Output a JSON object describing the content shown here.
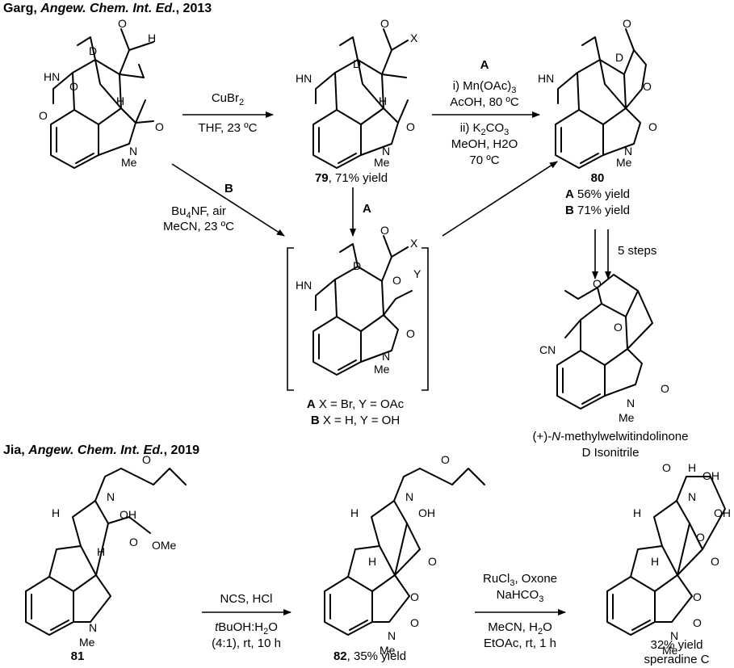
{
  "header_garg": {
    "author": "Garg, ",
    "journal": "Angew. Chem. Int. Ed.",
    "year": ", 2013"
  },
  "header_jia": {
    "author": "Jia, ",
    "journal": "Angew. Chem. Int. Ed.",
    "year": ", 2019"
  },
  "arrow1": {
    "reagent": "CuBr2",
    "conditions": "THF, 23 ºC"
  },
  "arrow_b": {
    "label": "B",
    "reagent": "Bu4NF, air",
    "conditions": "MeCN, 23 ºC"
  },
  "arrow_a_down": {
    "label": "A"
  },
  "arrow2": {
    "label": "A",
    "step1": "i) Mn(OAc)3",
    "step1b": "AcOH, 80 ºC",
    "step2": "ii) K2CO3",
    "step2b": "MeOH, H2O",
    "step2c": "70 ºC"
  },
  "compound79": {
    "number": "79",
    "yield": ", 71% yield"
  },
  "compound80": {
    "number": "80",
    "yield_a": "56% yield",
    "yield_b": "71% yield",
    "label_a": "A",
    "label_b": "B"
  },
  "five_steps": "5 steps",
  "intermediate": {
    "line_a": " X = Br, Y = OAc",
    "line_b": " X = H,  Y = OH",
    "label_a": "A",
    "label_b": "B"
  },
  "product_name": {
    "line1_prefix": "(+)-",
    "line1_italic": "N",
    "line1_rest": "-methylwelwitindolinone",
    "line2": "D Isonitrile"
  },
  "jia_arrow1": {
    "reagent": "NCS, HCl",
    "solvent_italic": "t",
    "solvent": "BuOH:H2O",
    "conditions": "(4:1), rt, 10 h"
  },
  "jia_arrow2": {
    "reagent": "RuCl3, Oxone",
    "reagent2": "NaHCO3",
    "solvent": "MeCN, H2O",
    "conditions": "EtOAc, rt, 1 h"
  },
  "compound81": {
    "number": "81"
  },
  "compound82": {
    "number": "82",
    "yield": ", 35% yield"
  },
  "speradine": {
    "yield": "32% yield",
    "name": "speradine C"
  },
  "atoms": {
    "hn": "HN",
    "o": "O",
    "n": "N",
    "me": "Me",
    "h": "H",
    "d": "D",
    "x": "X",
    "y": "Y",
    "cn": "CN",
    "oh": "OH",
    "ome": "OMe"
  }
}
